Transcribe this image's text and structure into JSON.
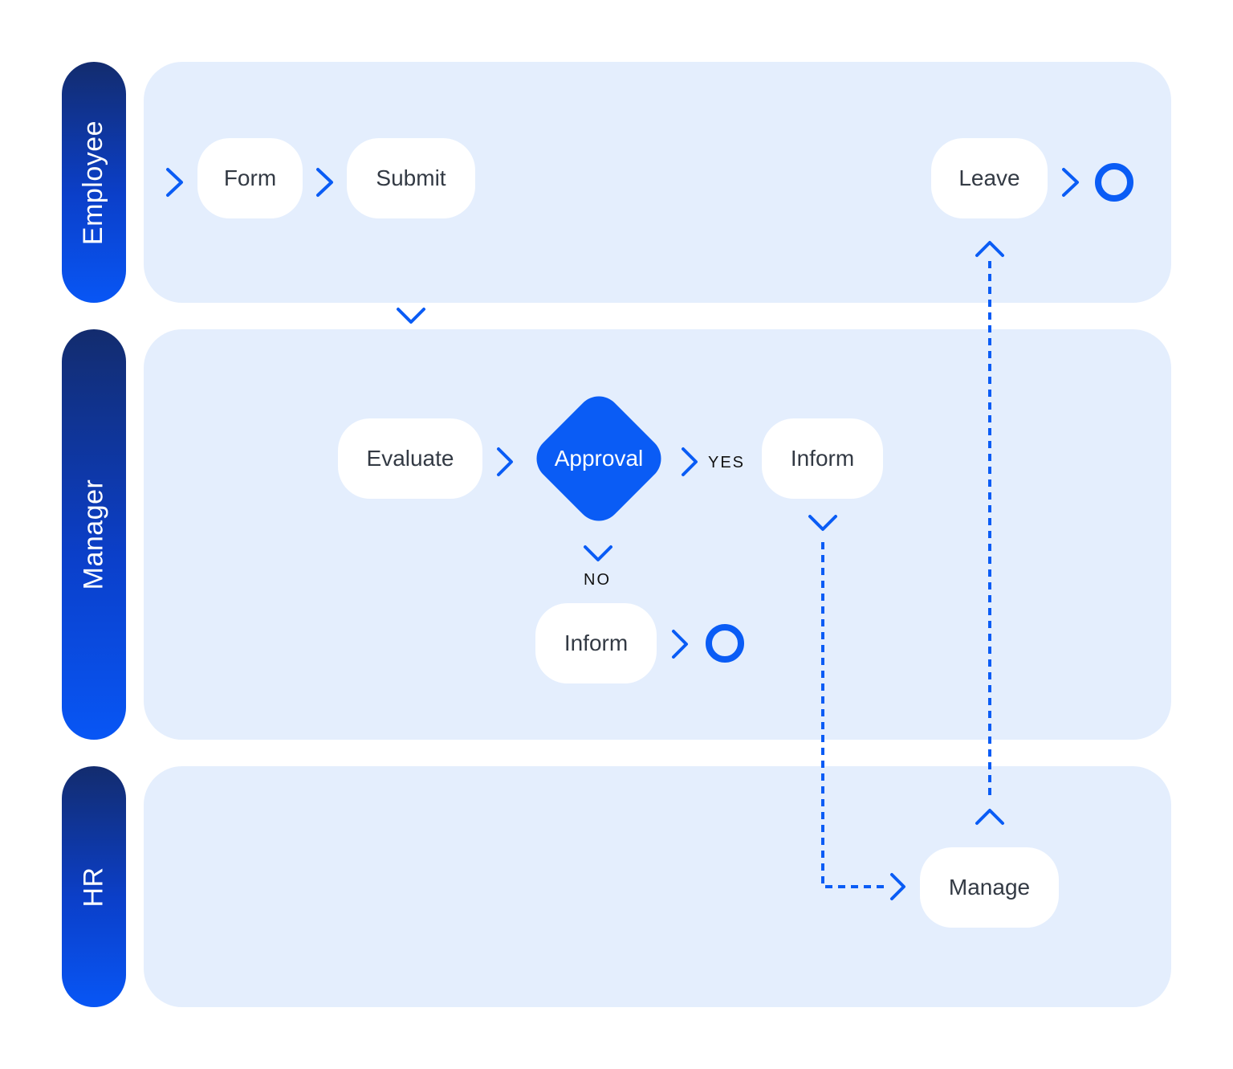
{
  "lanes": {
    "employee": "Employee",
    "manager": "Manager",
    "hr": "HR"
  },
  "nodes": {
    "form": "Form",
    "submit": "Submit",
    "leave": "Leave",
    "evaluate": "Evaluate",
    "approval": "Approval",
    "inform_yes": "Inform",
    "inform_no": "Inform",
    "manage": "Manage"
  },
  "edge_labels": {
    "yes": "YES",
    "no": "NO"
  },
  "colors": {
    "accent": "#0a5cf5",
    "lane_background": "#e4eefd",
    "lane_label_top": "#132c6e",
    "lane_label_bottom": "#0856f5",
    "node_background": "#ffffff",
    "node_text": "#333a44"
  }
}
